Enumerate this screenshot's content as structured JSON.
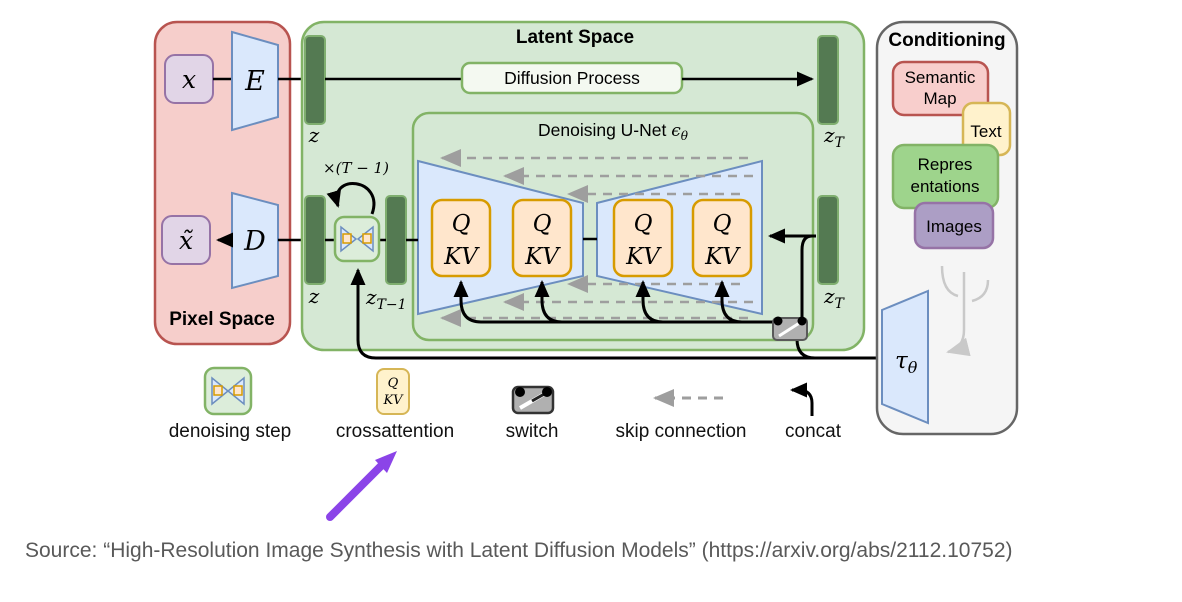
{
  "pixel_space": {
    "title": "Pixel Space",
    "x_label": "x",
    "x_tilde_label": "x̃",
    "encoder_label": "E",
    "decoder_label": "D"
  },
  "latent_space": {
    "title": "Latent Space",
    "diffusion_process_label": "Diffusion Process",
    "denoising_unet_label": "Denoising U-Net ",
    "epsilon": "ϵ",
    "epsilon_sub": "θ",
    "z": "z",
    "zT_base": "z",
    "zT_sub": "T",
    "zTm1_base": "z",
    "zTm1_sub": "T−1",
    "loop_label": "×(T − 1)",
    "q": "Q",
    "kv": "KV"
  },
  "conditioning": {
    "title": "Conditioning",
    "semantic_line1": "Semantic",
    "semantic_line2": "Map",
    "text_label": "Text",
    "repres_line1": "Repres",
    "repres_line2": "entations",
    "images_label": "Images",
    "tau": "τ",
    "tau_sub": "θ"
  },
  "legend": {
    "denoising_step": "denoising step",
    "crossattention": "crossattention",
    "switch": "switch",
    "skip_connection": "skip connection",
    "concat": "concat",
    "q": "Q",
    "kv": "KV"
  },
  "source_caption": "Source: “High-Resolution Image Synthesis with Latent Diffusion Models” (https://arxiv.org/abs/2112.10752)",
  "colors": {
    "pixel_space_fill": "#f6cecb",
    "pixel_space_stroke": "#b85450",
    "latent_fill": "#d5e8d4",
    "latent_stroke": "#82b366",
    "bar_fill": "#547a52",
    "blue_fill": "#dae8fc",
    "blue_stroke": "#6c8ebf",
    "attn_fill": "#ffe6cc",
    "attn_stroke": "#d79b00",
    "purple_box_fill": "#e1d5e7",
    "purple_box_stroke": "#9673a6",
    "cond_fill": "#f5f5f5",
    "cond_stroke": "#666666",
    "semantic_fill": "#f8cecc",
    "text_fill": "#fff2cc",
    "text_stroke": "#d6b656",
    "repres_fill": "#9ed48c",
    "images_fill": "#ac9ec5",
    "skip_gray": "#9e9e9e",
    "tree_gray": "#c9c9c9",
    "annotation_purple": "#8b44e8"
  }
}
